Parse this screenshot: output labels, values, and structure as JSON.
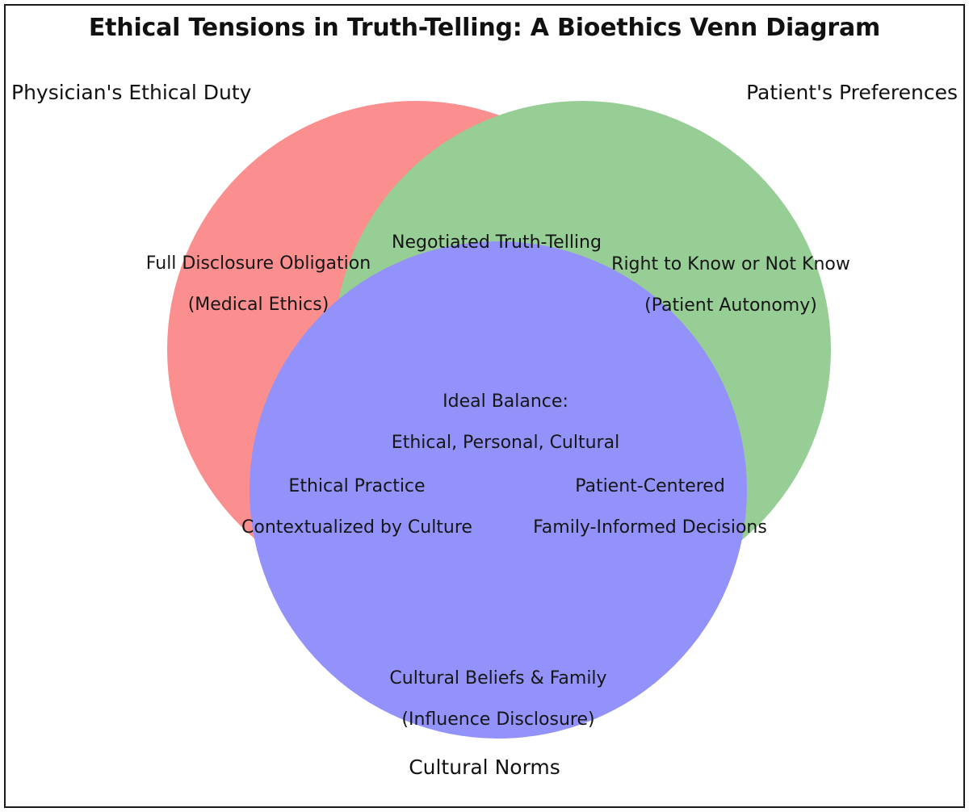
{
  "figure": {
    "title": "Ethical Tensions in Truth-Telling: A Bioethics Venn Diagram",
    "background_color": "#ffffff",
    "border_color": "#1a1a1a",
    "text_color": "#161616"
  },
  "chart_data": {
    "type": "venn",
    "title": "Ethical Tensions in Truth-Telling: A Bioethics Venn Diagram",
    "xlabel": "",
    "ylabel": "",
    "grid": false,
    "legend": "none",
    "sets": [
      {
        "id": "A",
        "name": "Physician's Ethical Duty",
        "color": "#fb8e8e",
        "center": [
          515,
          433
        ],
        "radius": 308
      },
      {
        "id": "B",
        "name": "Patient's Preferences",
        "color": "#96ce95",
        "center": [
          721,
          433
        ],
        "radius": 308
      },
      {
        "id": "C",
        "name": "Cultural Norms",
        "color": "#9392fb",
        "center": [
          617,
          607
        ],
        "radius": 308
      }
    ],
    "regions": [
      {
        "id": "A",
        "label": "Full Disclosure Obligation\n(Medical Ethics)",
        "line1": "Full Disclosure Obligation",
        "line2": "(Medical Ethics)",
        "fill": "#fb8e8e"
      },
      {
        "id": "B",
        "label": "Right to Know or Not Know\n(Patient Autonomy)",
        "line1": "Right to Know or Not Know",
        "line2": "(Patient Autonomy)",
        "fill": "#96ce95"
      },
      {
        "id": "C",
        "label": "Cultural Beliefs & Family\n(Influence Disclosure)",
        "line1": "Cultural Beliefs & Family",
        "line2": "(Influence Disclosure)",
        "fill": "#9392fb"
      },
      {
        "id": "AB",
        "label": "Negotiated Truth-Telling",
        "line1": "Negotiated Truth-Telling",
        "line2": "",
        "fill": "#deb894"
      },
      {
        "id": "AC",
        "label": "Ethical Practice\nContextualized by Culture",
        "line1": "Ethical Practice",
        "line2": "Contextualized by Culture",
        "fill": "#df90e4"
      },
      {
        "id": "BC",
        "label": "Patient-Centered\nFamily-Informed Decisions",
        "line1": "Patient-Centered",
        "line2": "Family-Informed Decisions",
        "fill": "#8db5e2"
      },
      {
        "id": "ABC",
        "label": "Ideal Balance:\nEthical, Personal, Cultural",
        "line1": "Ideal Balance:",
        "line2": "Ethical, Personal, Cultural",
        "fill": "#bcabc6"
      }
    ],
    "set_captions": {
      "left": "Physician's Ethical Duty",
      "right": "Patient's Preferences",
      "bottom": "Cultural Norms"
    }
  }
}
